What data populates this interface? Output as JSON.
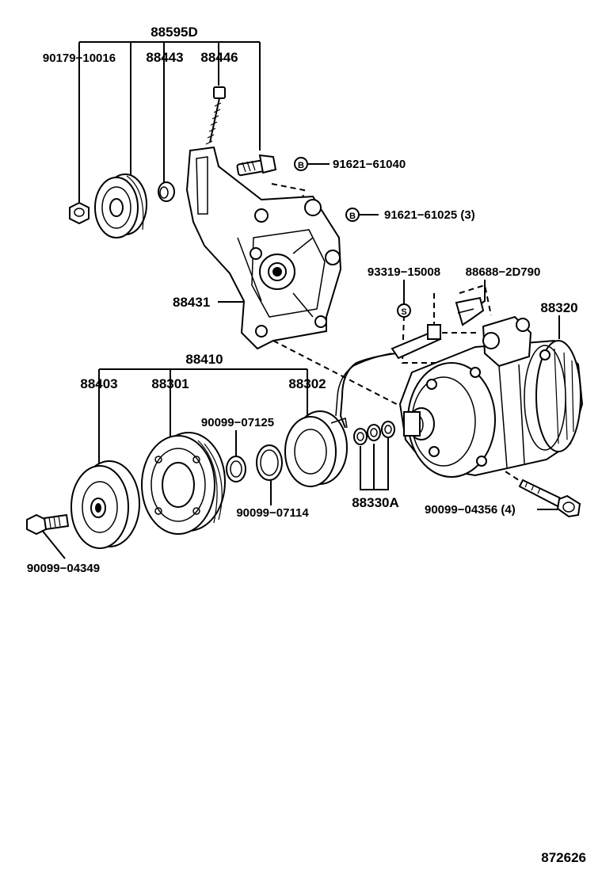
{
  "labels": {
    "assy_88595D": "88595D",
    "bolt_90179_10016": "90179−10016",
    "pulley_88443": "88443",
    "bolt_88446": "88446",
    "bolt_91621_61040": "91621−61040",
    "bolt_91621_61025": "91621−61025 (3)",
    "bracket_88431": "88431",
    "sensor_93319_15008": "93319−15008",
    "clamp_88688_2D790": "88688−2D790",
    "compressor_88320": "88320",
    "clutch_assy_88410": "88410",
    "hub_88403": "88403",
    "pulley_88301": "88301",
    "coil_88302": "88302",
    "snap_90099_07125": "90099−07125",
    "snap_90099_07114": "90099−07114",
    "shims_88330A": "88330A",
    "bolt_90099_04356": "90099−04356 (4)",
    "bolt_90099_04349": "90099−04349",
    "diagram_number": "872626",
    "marker_b1": "B",
    "marker_b2": "B",
    "marker_s": "S"
  },
  "colors": {
    "ink": "#000000",
    "paper": "#ffffff"
  }
}
